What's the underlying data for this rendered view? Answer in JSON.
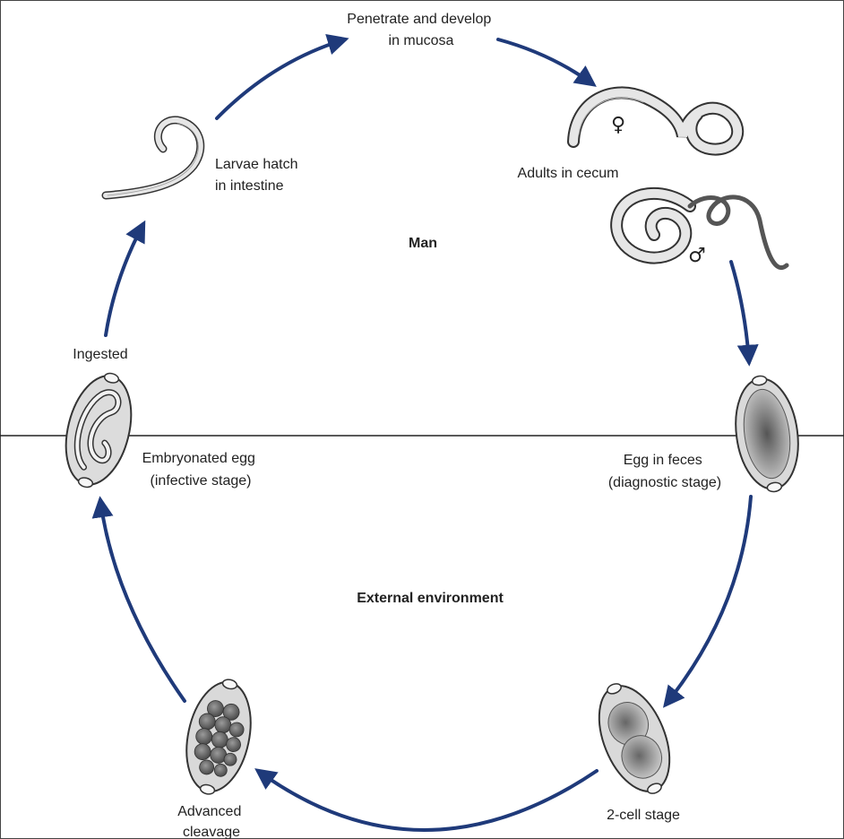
{
  "diagram": {
    "regions": {
      "host": "Man",
      "external": "External environment"
    },
    "stages": {
      "penetrate": [
        "Penetrate and develop",
        "in mucosa"
      ],
      "adults": [
        "Adults in cecum"
      ],
      "larvae": [
        "Larvae hatch",
        "in intestine"
      ],
      "ingested": [
        "Ingested"
      ],
      "embryonated": [
        "Embryonated egg",
        "(infective stage)"
      ],
      "feces": [
        "Egg in feces",
        "(diagnostic stage)"
      ],
      "two_cell": [
        "2-cell stage"
      ],
      "advanced": [
        "Advanced",
        "cleavage"
      ]
    },
    "symbols": {
      "female": "♀",
      "male": "♂"
    },
    "colors": {
      "arrow": "#1f3a7a",
      "outline": "#333333",
      "divider": "#222222",
      "egg_shell": "#d9d9d9",
      "worm_fill": "#e6e6e6",
      "male_worm": "#555555"
    },
    "icons": [
      "larva-icon",
      "female-worm-icon",
      "male-worm-icon",
      "egg-icon"
    ]
  }
}
